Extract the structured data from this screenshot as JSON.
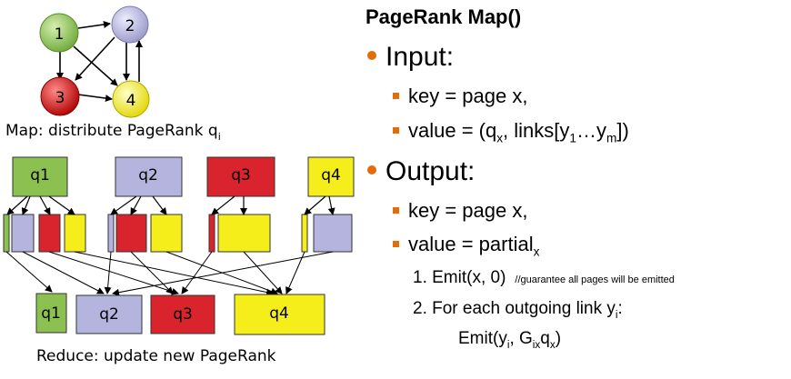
{
  "graph": {
    "nodes": [
      {
        "id": "1",
        "color": "#8cc152"
      },
      {
        "id": "2",
        "color": "#b4b4de"
      },
      {
        "id": "3",
        "color": "#e02020"
      },
      {
        "id": "4",
        "color": "#f5ee20"
      }
    ]
  },
  "map_label": {
    "text": "Map: distribute PageRank q",
    "sub": "i"
  },
  "reduce_label": "Reduce: update new PageRank",
  "map_blocks": [
    "q1",
    "q2",
    "q3",
    "q4"
  ],
  "reduce_blocks": [
    "q1",
    "q2",
    "q3",
    "q4"
  ],
  "colors": {
    "q1": "#8cc152",
    "q2": "#b4b4de",
    "q3": "#d9232d",
    "q4": "#f6ee1b",
    "bullet": "#e36c0a"
  },
  "slide": {
    "title": "PageRank Map()",
    "input": {
      "label": "Input:",
      "key": "key = page x,",
      "value": {
        "pre": "value = (q",
        "s1": "x",
        "mid": ", links[y",
        "s2": "1",
        "dots": "…y",
        "s3": "m",
        "post": "])"
      }
    },
    "output": {
      "label": "Output:",
      "key": "key = page x,",
      "value": {
        "pre": "value = partial",
        "sub": "x"
      },
      "step1": {
        "text": "1. Emit(x, 0)",
        "note": "//guarantee all pages will be emitted"
      },
      "step2": {
        "pre": "2. For each outgoing link y",
        "sub": "i",
        "post": ":"
      },
      "emit": {
        "pre": "Emit(y",
        "s1": "i",
        "mid": ", G",
        "s2": "ix",
        "mid2": "q",
        "s3": "x",
        "post": ")"
      }
    }
  }
}
